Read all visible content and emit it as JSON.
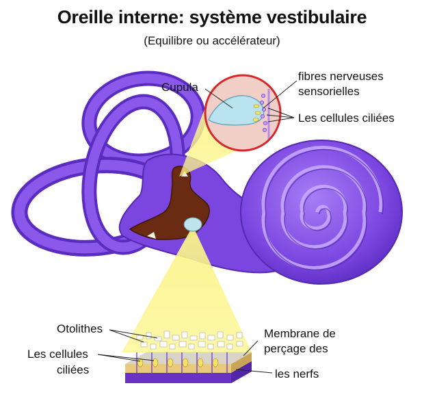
{
  "title": "Oreille interne: système vestibulaire",
  "subtitle": "(Equilibre ou accélérateur)",
  "labels": {
    "cupula": "Cupula",
    "fibres_line1": "fibres nerveuses",
    "fibres_line2": "sensorielles",
    "cellules_top": "Les cellules ciliées",
    "otolithes": "Otolithes",
    "cellules_bottom_line1": "Les cellules",
    "cellules_bottom_line2": "ciliées",
    "membrane_line1": "Membrane de",
    "membrane_line2": "perçage des",
    "nerfs": "les nerfs"
  },
  "colors": {
    "labyrinth": "#7b45e0",
    "labyrinth_light": "#9b6cf0",
    "labyrinth_dark": "#5528b0",
    "vestibule_brown": "#6b2a12",
    "highlight_yellow": "#fbf58a",
    "zoom_ring": "#d9262b",
    "zoom_fill": "#f3d2c8"
  }
}
